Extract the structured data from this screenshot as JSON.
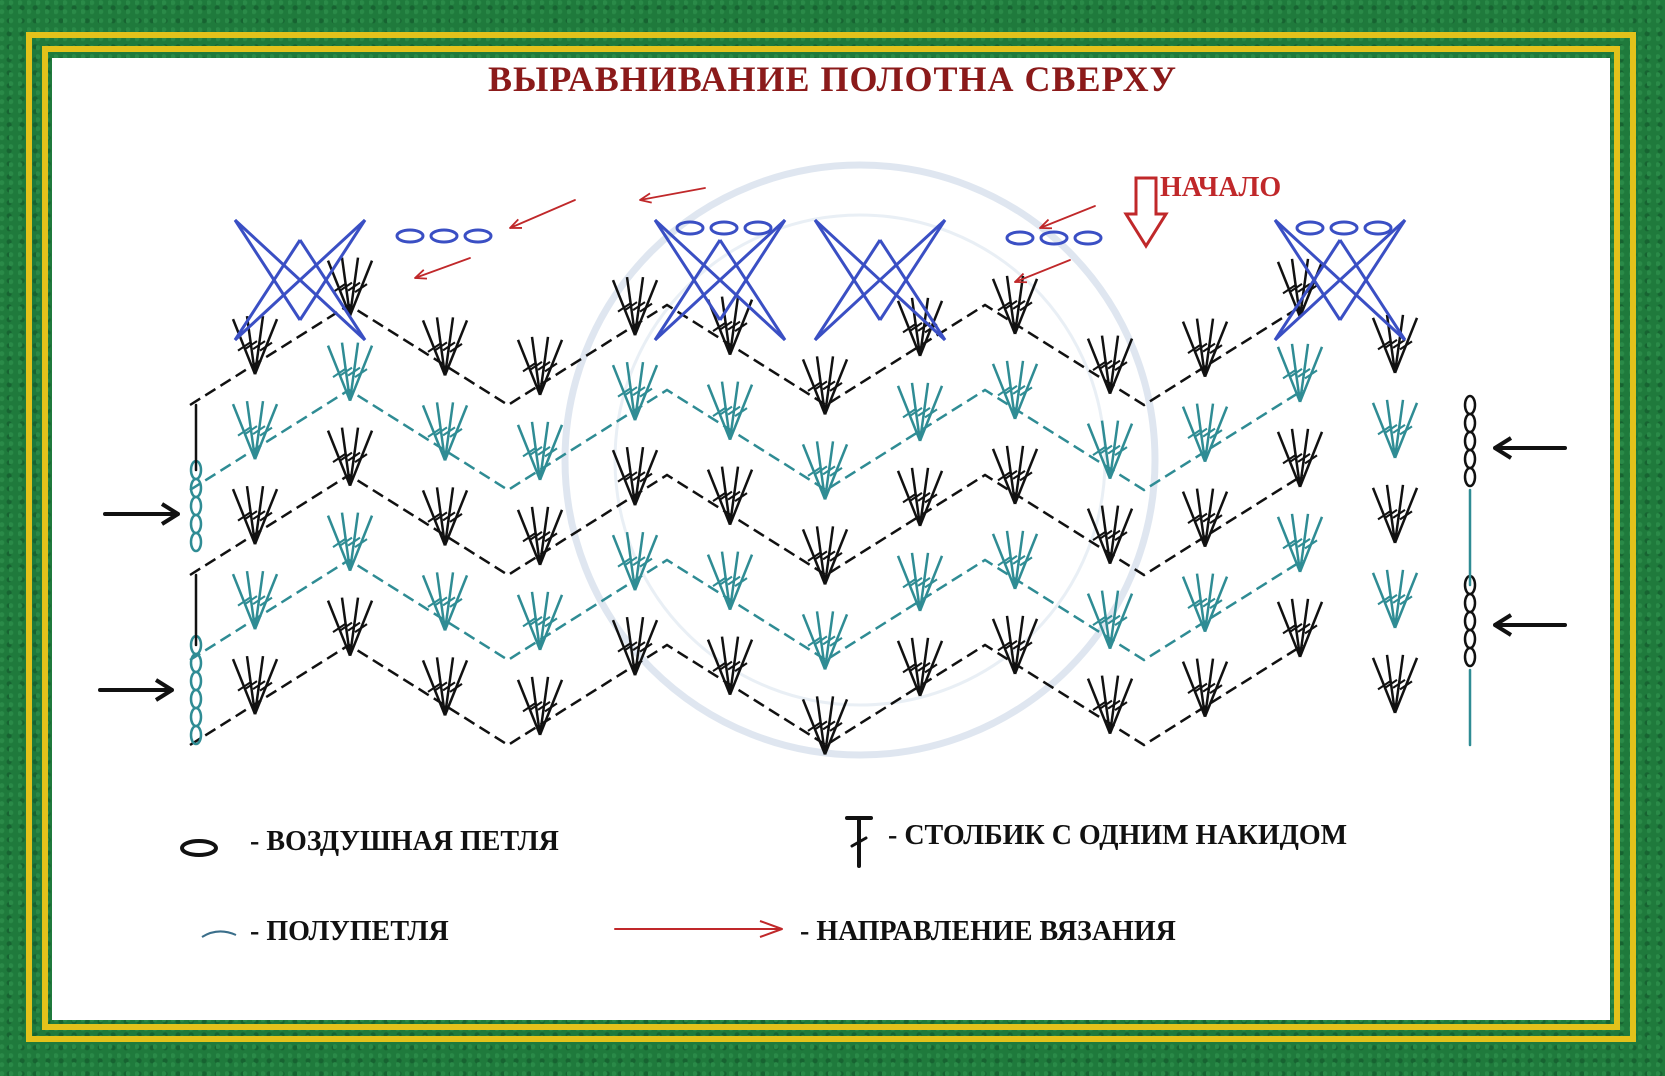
{
  "title": "ВЫРАВНИВАНИЕ ПОЛОТНА СВЕРХУ",
  "start_label": "НАЧАЛО",
  "legend": {
    "chain": "- ВОЗДУШНАЯ ПЕТЛЯ",
    "double_crochet": "- СТОЛБИК С ОДНИМ НАКИДОМ",
    "half_loop": "- ПОЛУПЕТЛЯ",
    "direction": "- НАПРАВЛЕНИЕ ВЯЗАНИЯ"
  },
  "colors": {
    "title": "#8b1a1a",
    "start": "#c0282a",
    "blue_row": "#3a4fc4",
    "black_row": "#111111",
    "teal_row": "#2f8c94",
    "border": "#e3c21b",
    "background": "#1f7a3c"
  }
}
